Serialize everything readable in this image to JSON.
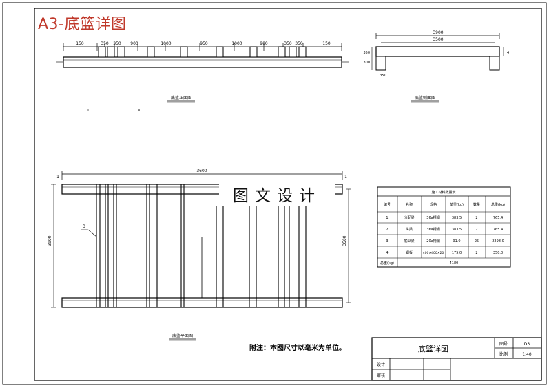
{
  "sheet_title": "A3-底篮详图",
  "watermark": "图文设计",
  "note": "附注：本图尺寸以毫米为单位。",
  "front_view": {
    "caption": "底篮正面图",
    "dims": [
      "150",
      "350",
      "350",
      "900",
      "1000",
      "950",
      "1000",
      "900",
      "350",
      "350",
      "150"
    ]
  },
  "side_view": {
    "caption": "底篮侧面图",
    "dim_overall": "3900",
    "dim_inner": "3500",
    "dim_left_a": "350",
    "dim_left_b": "300",
    "dim_bottom": "350",
    "dim_right": "4"
  },
  "plan_view": {
    "caption": "底篮平面图",
    "dim_width": "3600",
    "dim_height_left": "3900",
    "dim_height_right": "3500",
    "label_top_left": "1",
    "label_top_right": "1",
    "label_callout": "3"
  },
  "material_table": {
    "title": "施工材料数量表",
    "headers": [
      "编号",
      "名称",
      "规格",
      "单重(kg)",
      "数量",
      "总重(kg)"
    ],
    "rows": [
      [
        "1",
        "分配梁",
        "36a槽钢",
        "383.5",
        "2",
        "765.4"
      ],
      [
        "2",
        "纵梁",
        "36a槽钢",
        "383.5",
        "2",
        "765.4"
      ],
      [
        "3",
        "底纵梁",
        "20a槽钢",
        "91.0",
        "25",
        "2298.0"
      ],
      [
        "4",
        "钢板",
        "400×400×20",
        "175.0",
        "2",
        "350.0"
      ]
    ],
    "total_label": "总重(kg)",
    "total_value": "4180"
  },
  "title_block": {
    "drawing_name": "底篮详图",
    "number_label": "图号",
    "number_value": "D3",
    "scale_label": "比例",
    "scale_value": "1:40",
    "designer_label": "设计",
    "checker_label": "审核"
  }
}
